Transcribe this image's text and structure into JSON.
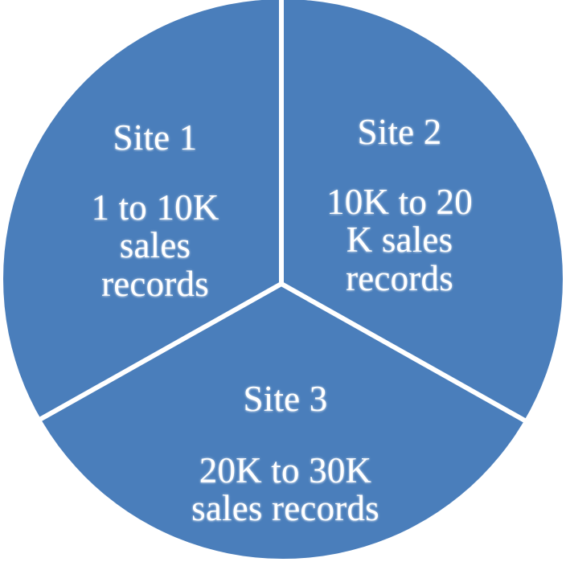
{
  "figure": {
    "background_color": "#ffffff",
    "slice_color": "#4A7EBB",
    "divider_color": "#ffffff",
    "label_color": "#ffffff"
  },
  "chart_data": {
    "type": "pie",
    "title": "",
    "subtitle": "",
    "xlabel": "",
    "ylabel": "",
    "grid": false,
    "legend_position": "none",
    "label_position": "inside",
    "start_angle_deg": 0,
    "direction": "clockwise",
    "categories": [
      "Site 1",
      "Site 2",
      "Site 3"
    ],
    "values": [
      33.33,
      33.33,
      33.33
    ],
    "value_unit": "percent",
    "colors": [
      "#4A7EBB",
      "#4A7EBB",
      "#4A7EBB"
    ],
    "slices": [
      {
        "name": "Site 1",
        "value": 33.33,
        "start_angle_deg": 0,
        "end_angle_deg": 120,
        "color": "#4A7EBB",
        "label_title": "Site 1",
        "label_detail": "1 to 10K\nsales\nrecords",
        "range_low": "1",
        "range_high": "10K",
        "range_text": "1 to 10K sales records"
      },
      {
        "name": "Site 2",
        "value": 33.33,
        "start_angle_deg": 120,
        "end_angle_deg": 240,
        "color": "#4A7EBB",
        "label_title": "Site 2",
        "label_detail": "10K to 20\nK sales\nrecords",
        "range_low": "10K",
        "range_high": "20K",
        "range_text": "10K to 20K sales records"
      },
      {
        "name": "Site 3",
        "value": 33.33,
        "start_angle_deg": 240,
        "end_angle_deg": 360,
        "color": "#4A7EBB",
        "label_title": "Site 3",
        "label_detail": "20K to 30K\nsales records",
        "range_low": "20K",
        "range_high": "30K",
        "range_text": "20K to 30K sales records"
      }
    ]
  }
}
